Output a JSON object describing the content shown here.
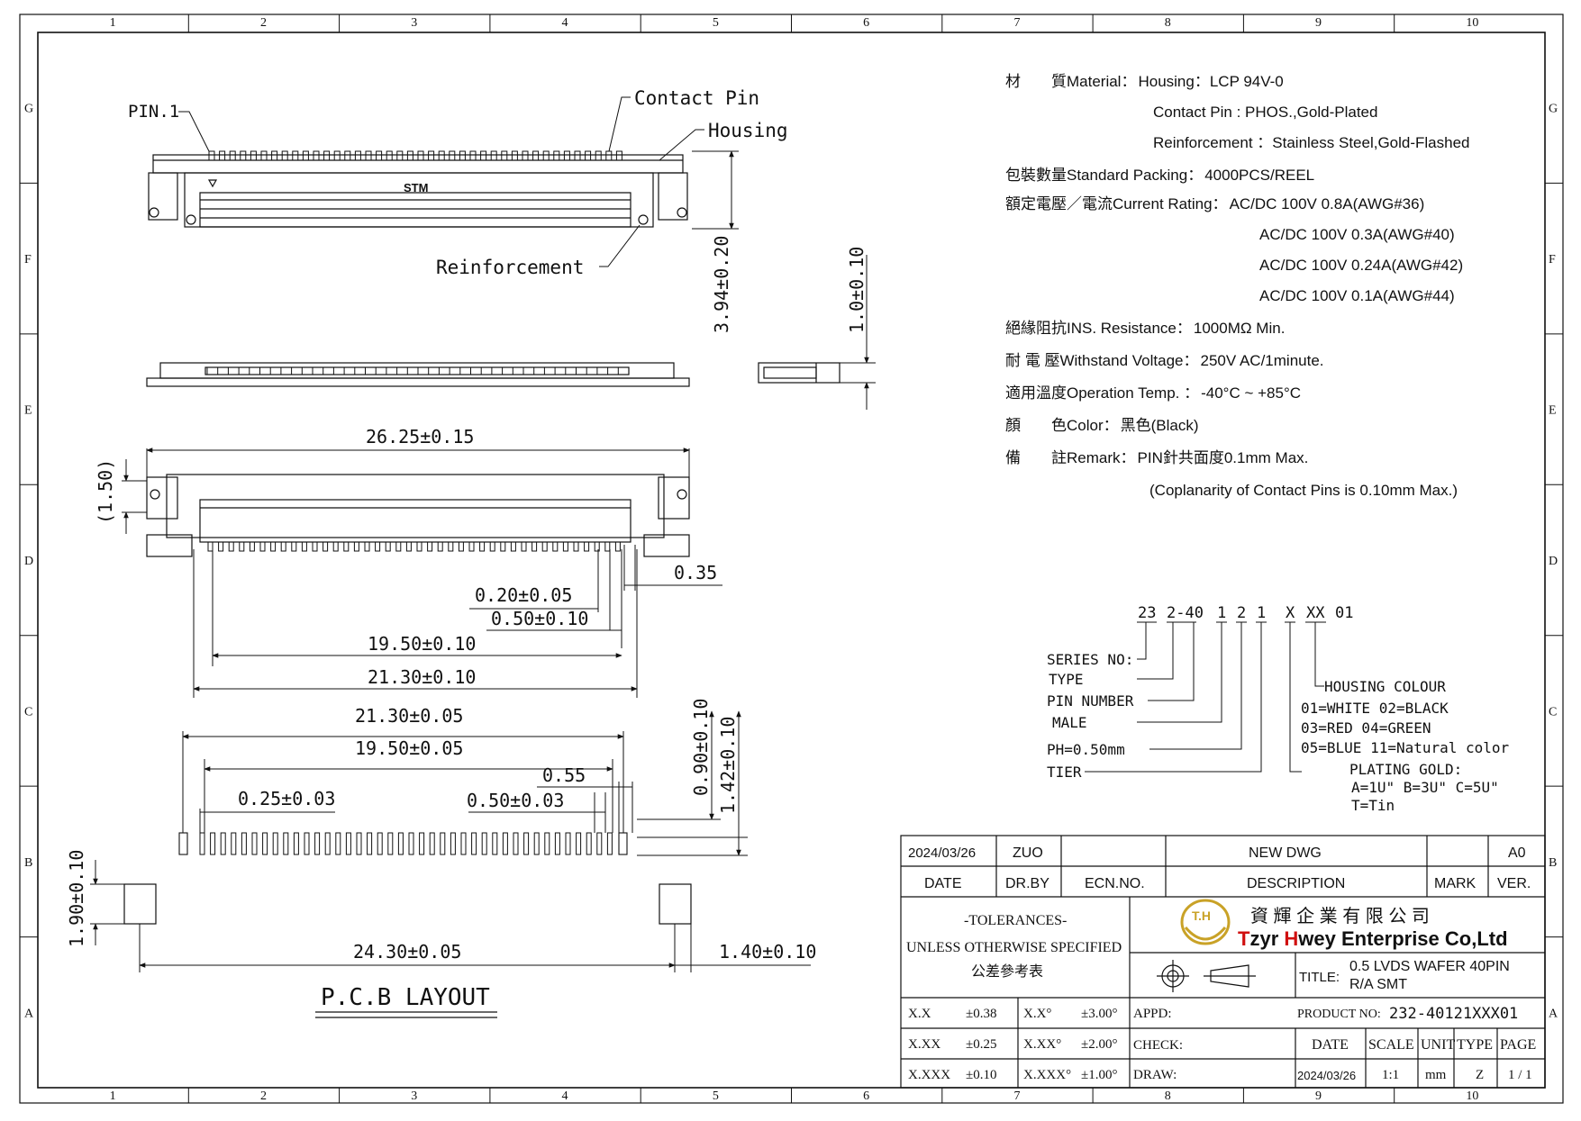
{
  "frame": {
    "columns": [
      "1",
      "2",
      "3",
      "4",
      "5",
      "6",
      "7",
      "8",
      "9",
      "10"
    ],
    "rows": [
      "G",
      "F",
      "E",
      "D",
      "C",
      "B",
      "A"
    ]
  },
  "callouts": {
    "pin1": "PIN.1",
    "contact_pin": "Contact Pin",
    "housing": "Housing",
    "reinforcement": "Reinforcement",
    "body_marking": "STM"
  },
  "dimensions": {
    "height": "3.94±0.20",
    "thickness": "1.0±0.10",
    "overall_length": "26.25±0.15",
    "depth_ref": "(1.50)",
    "tail_gap": "0.35",
    "pin_width": "0.20±0.05",
    "pitch": "0.50±0.10",
    "pin_span": "19.50±0.10",
    "tail_span": "21.30±0.10",
    "pcb_outer": "21.30±0.05",
    "pcb_pin_span": "19.50±0.05",
    "pcb_pad_width": "0.25±0.03",
    "pcb_gap": "0.55",
    "pcb_pitch": "0.50±0.03",
    "pcb_pad_len": "0.90±0.10",
    "pcb_pad_total": "1.42±0.10",
    "pcb_anchor_h": "1.90±0.10",
    "pcb_anchor_span": "24.30±0.05",
    "pcb_anchor_w": "1.40±0.10"
  },
  "pcb_title": "P.C.B LAYOUT",
  "specs": [
    {
      "label": "材　　質Material：",
      "value": "Housing：LCP 94V-0"
    },
    {
      "label": "",
      "value": "Contact Pin : PHOS.,Gold-Plated"
    },
    {
      "label": "",
      "value": "Reinforcement ：Stainless Steel,Gold-Flashed"
    },
    {
      "label": "包裝數量Standard Packing：",
      "value": "4000PCS/REEL"
    },
    {
      "label": "額定電壓／電流Current Rating：",
      "value": "AC/DC 100V 0.8A(AWG#36)"
    },
    {
      "label": "",
      "value": "AC/DC 100V 0.3A(AWG#40)"
    },
    {
      "label": "",
      "value": "AC/DC 100V 0.24A(AWG#42)"
    },
    {
      "label": "",
      "value": "AC/DC 100V 0.1A(AWG#44)"
    },
    {
      "label": "絕緣阻抗INS. Resistance：",
      "value": "1000MΩ Min."
    },
    {
      "label": "耐 電 壓Withstand Voltage：",
      "value": "250V AC/1minute."
    },
    {
      "label": "適用溫度Operation Temp. ：",
      "value": "-40°C ~ +85°C"
    },
    {
      "label": "顏　　色Color：",
      "value": "黑色(Black)"
    },
    {
      "label": "備　　註Remark：",
      "value": "PIN針共面度0.1mm Max."
    },
    {
      "label": "",
      "value": "(Coplanarity of Contact Pins is 0.10mm Max.)"
    }
  ],
  "part_code": {
    "segments": [
      "23",
      "2-40",
      "1",
      "2",
      "1",
      "X",
      "XX",
      "01"
    ],
    "series": "SERIES NO:",
    "type": "TYPE",
    "pin_number": "PIN NUMBER",
    "male": "MALE",
    "pitch": "PH=0.50mm",
    "tier": "TIER",
    "housing_colour": "HOUSING COLOUR",
    "colours": [
      "01=WHITE  02=BLACK",
      "03=RED    04=GREEN",
      "05=BLUE  11=Natural color"
    ],
    "plating_gold": "PLATING GOLD:",
    "plating_opts": "A=1U\"  B=3U\"  C=5U\"",
    "plating_tin": "T=Tin"
  },
  "title_block": {
    "date": "2024/03/26",
    "drawn_by": "ZUO",
    "description": "NEW DWG",
    "version": "A0",
    "hdr_date": "DATE",
    "hdr_drby": "DR.BY",
    "hdr_ecn": "ECN.NO.",
    "hdr_desc": "DESCRIPTION",
    "hdr_mark": "MARK",
    "hdr_ver": "VER.",
    "tol_title": "-TOLERANCES-",
    "tol_sub": "UNLESS OTHERWISE SPECIFIED",
    "tol_cn": "公差參考表",
    "company_cn": "資 輝 企 業 有 限 公 司",
    "company_en_1": "T",
    "company_en_2": "zyr ",
    "company_en_3": "H",
    "company_en_4": "wey Enterprise Co,Ltd",
    "logo_text": "T.H",
    "title_label": "TITLE:",
    "title_line1": "0.5 LVDS WAFER 40PIN",
    "title_line2": "R/A SMT",
    "tolerances": [
      {
        "a": "X.X",
        "b": "±0.38",
        "c": "X.X°",
        "d": "±3.00°"
      },
      {
        "a": "X.XX",
        "b": "±0.25",
        "c": "X.XX°",
        "d": "±2.00°"
      },
      {
        "a": "X.XXX",
        "b": "±0.10",
        "c": "X.XXX°",
        "d": "±1.00°"
      }
    ],
    "appd": "APPD:",
    "check": "CHECK:",
    "draw": "DRAW:",
    "product_label": "PRODUCT NO:",
    "product_no": "232-40121XXX01",
    "col_date": "DATE",
    "col_scale": "SCALE",
    "col_unit": "UNIT",
    "col_type": "TYPE",
    "col_page": "PAGE",
    "val_date": "2024/03/26",
    "val_scale": "1:1",
    "val_unit": "mm",
    "val_type": "Z",
    "val_page": "1 / 1"
  },
  "colors": {
    "ink": "#111111",
    "gold": "#c9a227",
    "red": "#d01010"
  }
}
